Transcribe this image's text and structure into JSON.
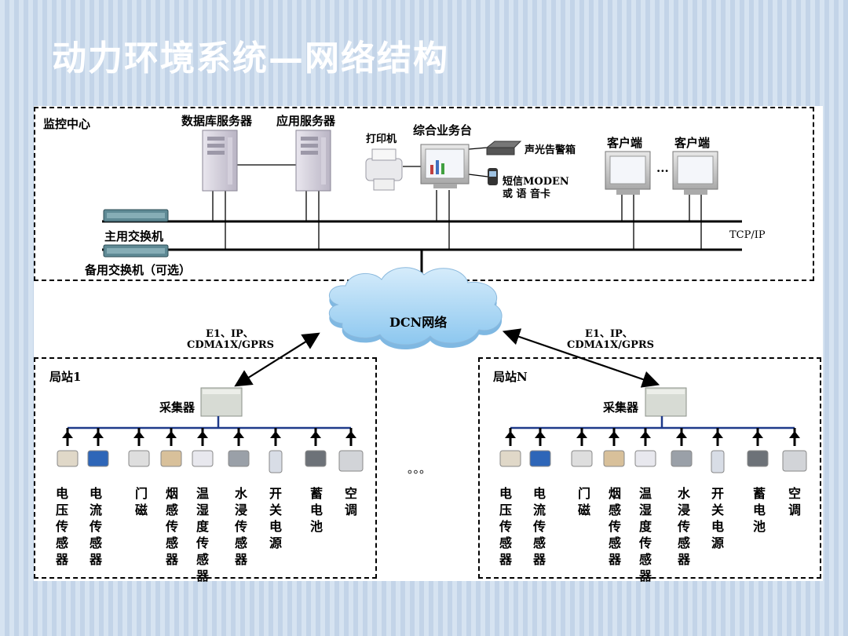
{
  "title": "动力环境系统—网络结构",
  "center": {
    "label": "监控中心",
    "db_server": "数据库服务器",
    "app_server": "应用服务器",
    "printer": "打印机",
    "workstation": "综合业务台",
    "alarm_box": "声光告警箱",
    "sms_modem_line1": "短信MODEN",
    "sms_modem_line2": "或 语 音卡",
    "client": "客户端",
    "ellipsis": "...",
    "main_switch": "主用交换机",
    "backup_switch": "备用交换机（可选）",
    "bus_label": "TCP/IP"
  },
  "network": {
    "cloud_label": "DCN网络",
    "link_line1": "E1、IP、",
    "link_line2": "CDMA1X/GPRS"
  },
  "site1": {
    "label": "局站1",
    "collector": "采集器",
    "sensors": [
      "电压传感器",
      "电流传感器",
      "门磁",
      "烟感传感器",
      "温湿度传感器",
      "水浸传感器",
      "开关电源",
      "蓄电池",
      "空调"
    ]
  },
  "siteN": {
    "label": "局站N",
    "collector": "采集器",
    "sensors": [
      "电压传感器",
      "电流传感器",
      "门磁",
      "烟感传感器",
      "温湿度传感器",
      "水浸传感器",
      "开关电源",
      "蓄电池",
      "空调"
    ]
  },
  "between_sites": "。。。"
}
